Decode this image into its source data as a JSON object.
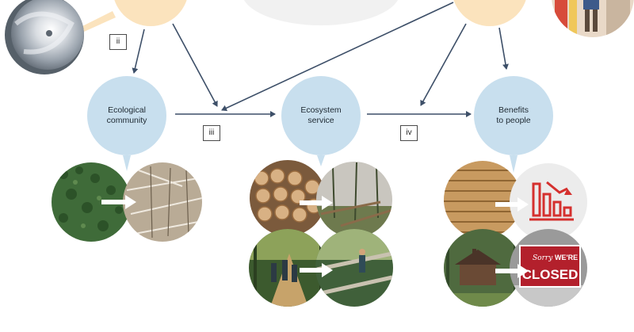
{
  "nodes": {
    "ecological": "Ecological\ncommunity",
    "ecosystem": "Ecosystem\nservice",
    "benefits": "Benefits\nto people"
  },
  "pathways": {
    "ii": "ii",
    "iii": "iii",
    "iv": "iv"
  },
  "closed_sign": {
    "line1": "Sorry",
    "line2": "WE'RE",
    "line3": "CLOSED"
  },
  "colors": {
    "node_fill": "#c8dfee",
    "driver_fill": "#fbe3bd",
    "arrow": "#3d4f68",
    "photo_arrow": "#ffffff",
    "sign_red": "#b3202c",
    "icon_red": "#d5302e"
  },
  "icons": [
    "hurricane-icon",
    "declining-chart-icon",
    "closed-sign-icon"
  ]
}
